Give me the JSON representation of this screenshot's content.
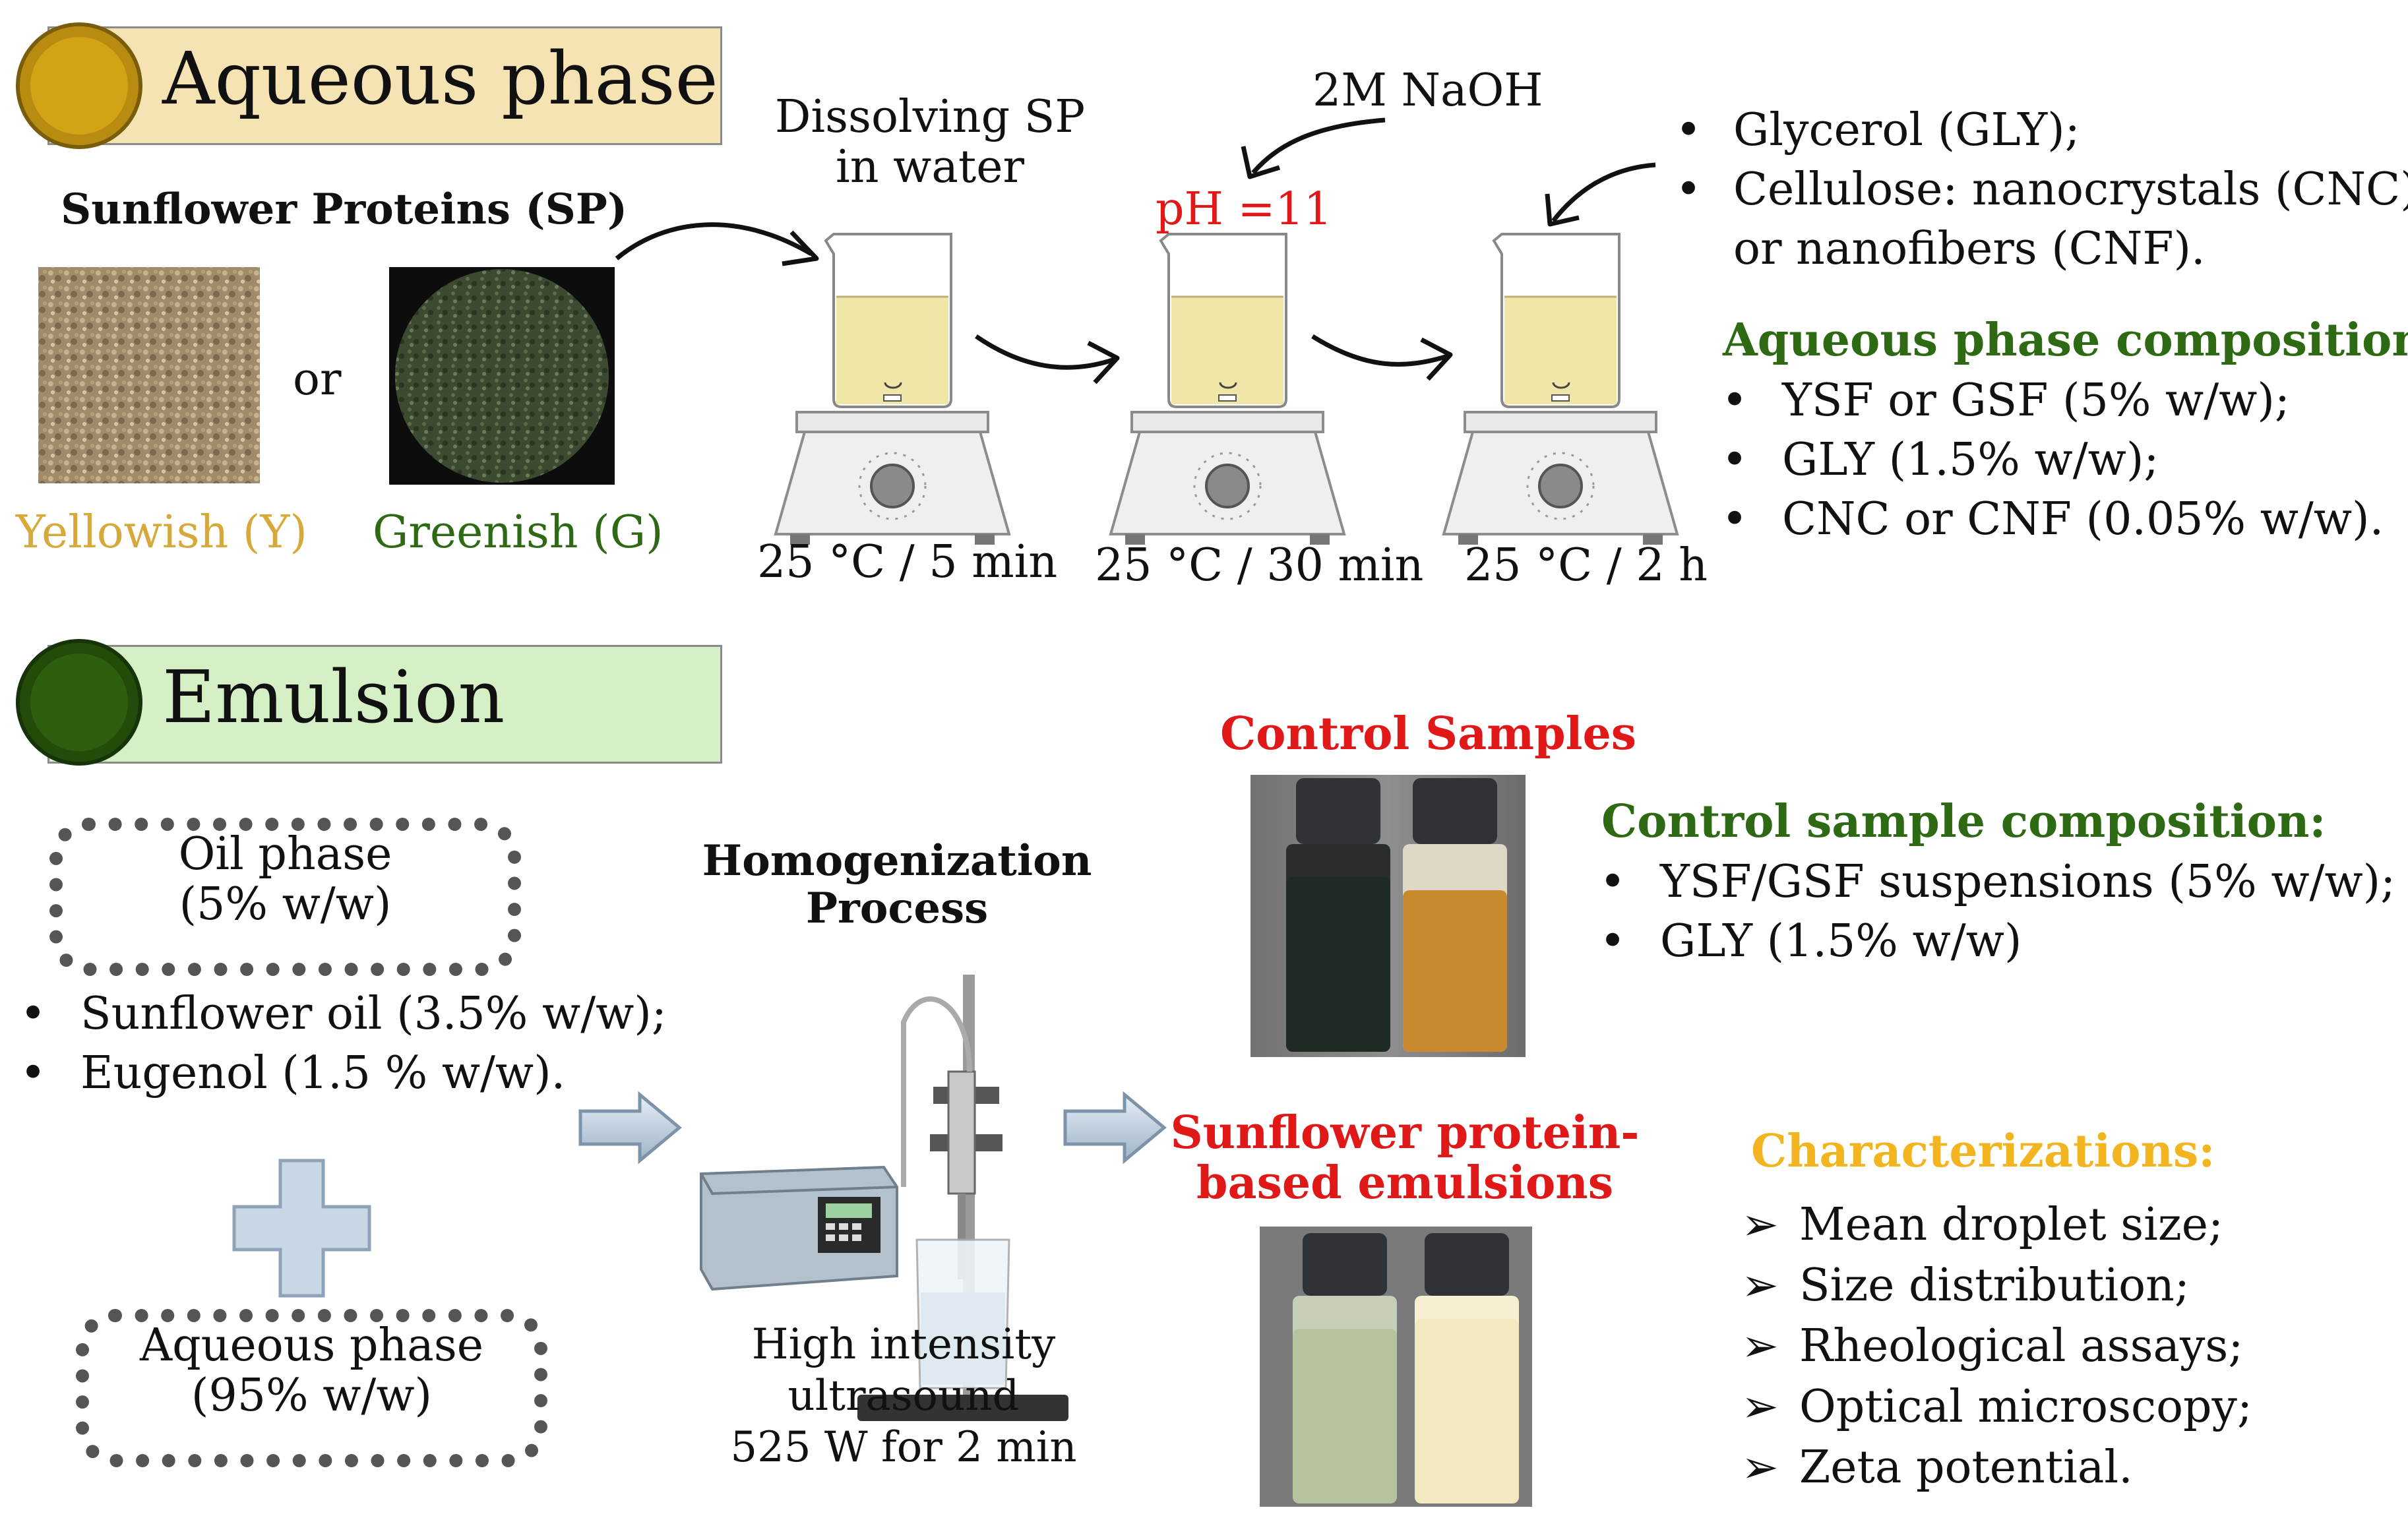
{
  "aqueous_banner": {
    "title": "Aqueous phase",
    "fill": "#f5e3b3",
    "circle": "#d3a316"
  },
  "emulsion_banner": {
    "title": "Emulsion",
    "fill": "#d4f0c4",
    "circle": "#2e5f0e"
  },
  "sp": {
    "heading": "Sunflower Proteins (SP)",
    "or": "or",
    "yellowish": "Yellowish (Y)",
    "greenish": "Greenish (G)"
  },
  "steps": {
    "dissolving_line1": "Dissolving SP",
    "dissolving_line2": "in water",
    "naoh": "2M NaOH",
    "ph": "pH =11",
    "cond1": "25 °C / 5 min",
    "cond2": "25 °C / 30 min",
    "cond3": "25 °C / 2 h"
  },
  "additives": {
    "items": [
      {
        "bullet": "•",
        "line1": "Glycerol (GLY);",
        "line2": ""
      },
      {
        "bullet": "•",
        "line1": "Cellulose: nanocrystals (CNC)",
        "line2": "or  nanofibers (CNF)."
      }
    ]
  },
  "aqueous_composition": {
    "heading": "Aqueous phase composition:",
    "items": [
      "YSF or GSF (5% w/w);",
      "GLY (1.5% w/w);",
      "CNC or CNF (0.05% w/w)."
    ]
  },
  "oil_phase": {
    "line1": "Oil phase",
    "line2": "(5% w/w)",
    "items": [
      "Sunflower oil (3.5% w/w);",
      "Eugenol (1.5 % w/w)."
    ]
  },
  "aqueous_box": {
    "line1": "Aqueous phase",
    "line2": "(95% w/w)"
  },
  "homogenization": {
    "heading_line1": "Homogenization",
    "heading_line2": "Process",
    "caption_line1": "High intensity",
    "caption_line2": "ultrasound",
    "caption_line3": "525 W for 2 min"
  },
  "control": {
    "heading": "Control Samples",
    "comp_heading": "Control sample composition:",
    "items": [
      "YSF/GSF suspensions (5% w/w);",
      "GLY (1.5% w/w)"
    ]
  },
  "emulsions": {
    "heading_line1": "Sunflower protein-",
    "heading_line2": "based emulsions"
  },
  "characterizations": {
    "heading": "Characterizations:",
    "items": [
      "Mean droplet size;",
      "Size distribution;",
      "Rheological assays;",
      "Optical microscopy;",
      "Zeta potential."
    ]
  },
  "colors": {
    "gold_text": "#d6a93a",
    "green_text": "#2e6a14",
    "red_text": "#e01818",
    "orange_text": "#f3b51f"
  }
}
